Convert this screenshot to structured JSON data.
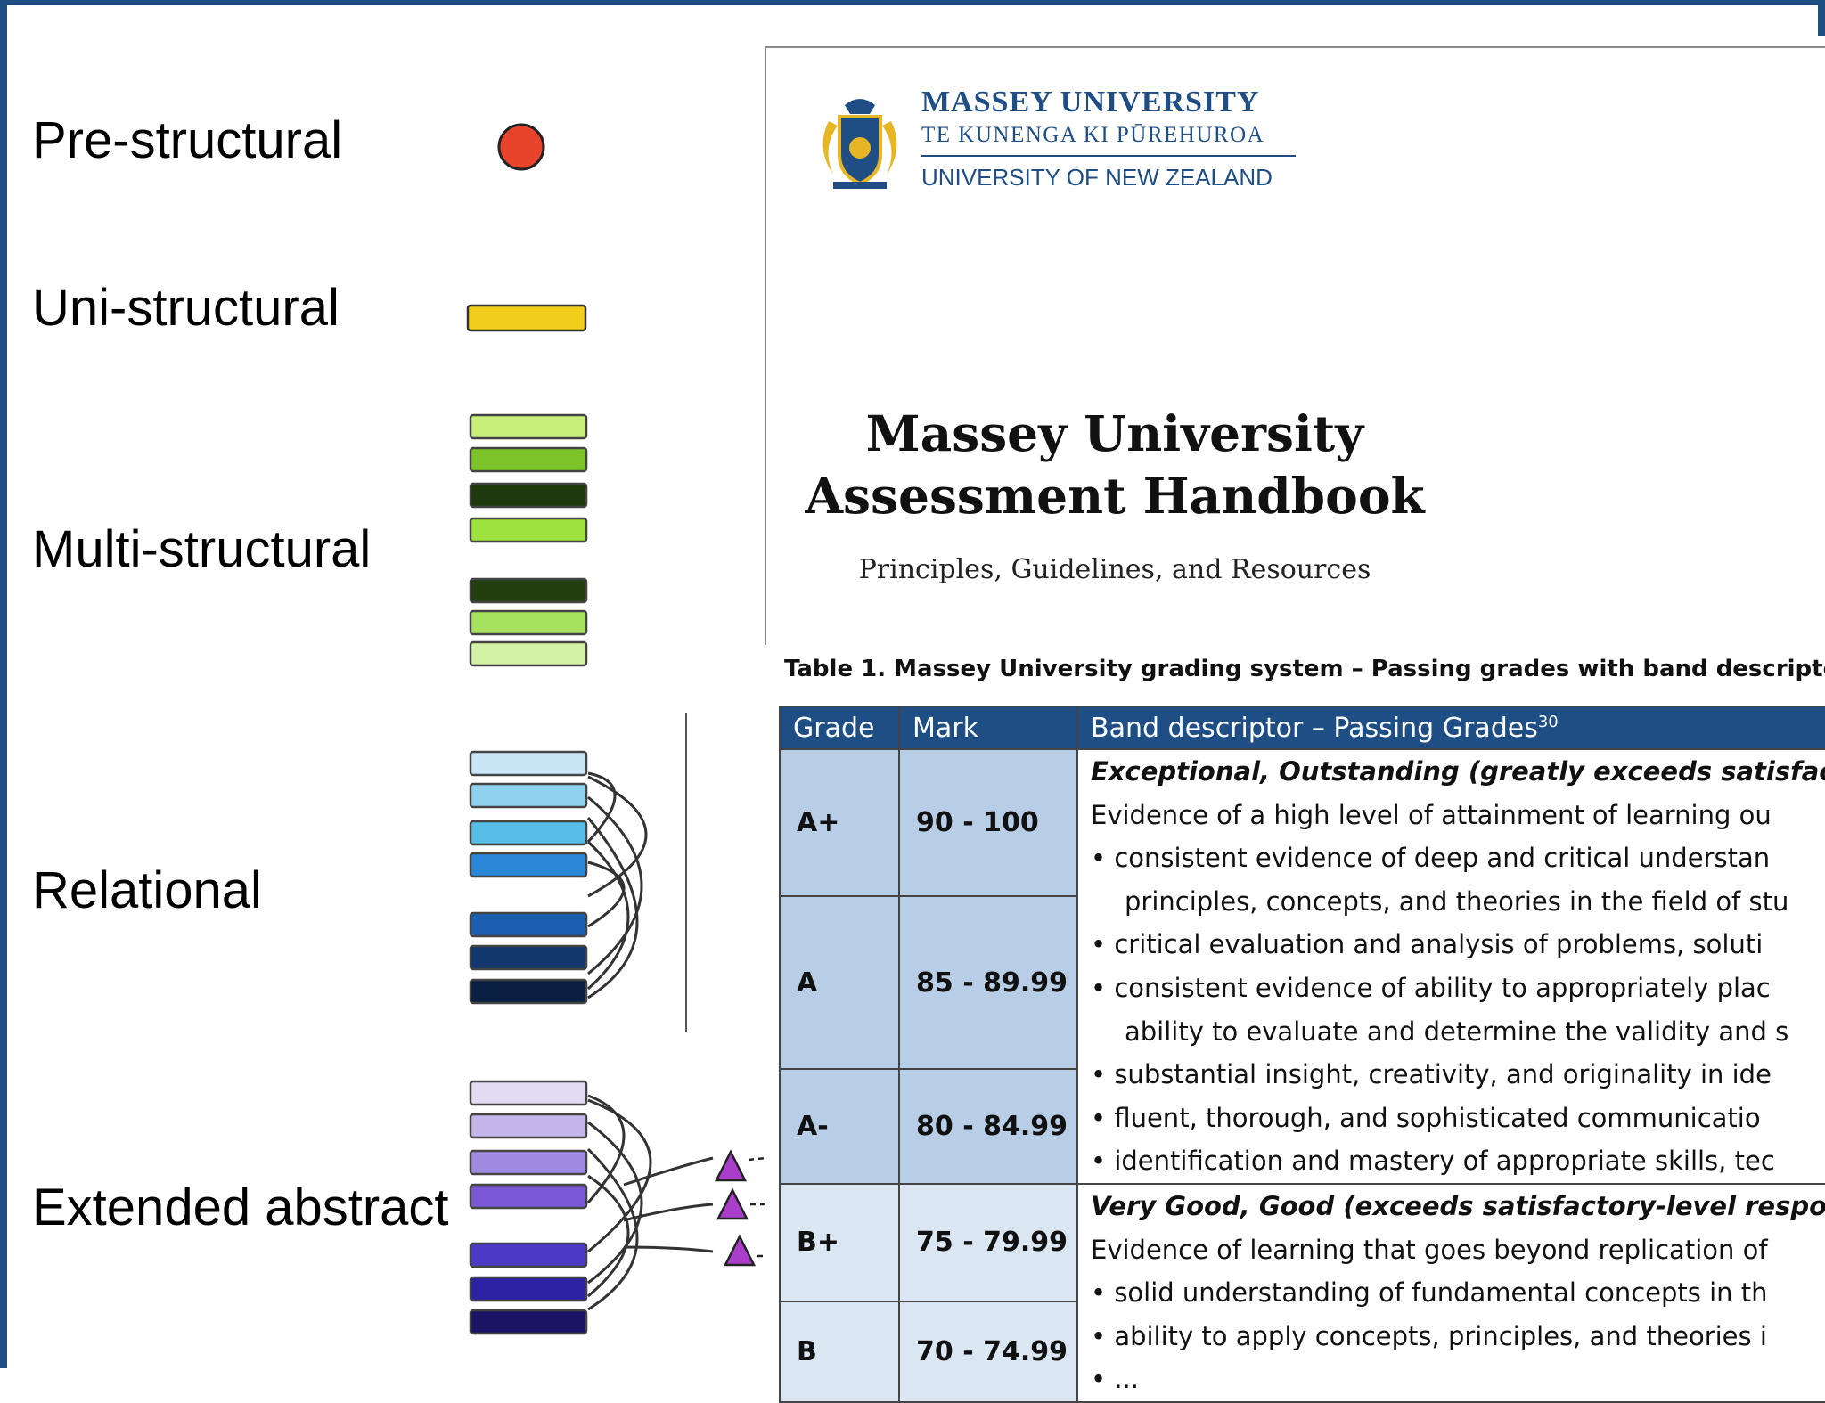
{
  "solo_levels": [
    {
      "label": "Pre-structural"
    },
    {
      "label": "Uni-structural"
    },
    {
      "label": "Multi-structural"
    },
    {
      "label": "Relational"
    },
    {
      "label": "Extended abstract"
    }
  ],
  "colors": {
    "frame": "#1f4e85",
    "pre_structural": "#e8432b",
    "uni_structural": "#f2cf1c",
    "multi_structural": [
      "#c8ef7a",
      "#7dc42a",
      "#1d3a0c",
      "#9de23e",
      "#223f10",
      "#a6e25e",
      "#d4f2a6"
    ],
    "relational": [
      "#c8e6f6",
      "#8fd1ee",
      "#55bde6",
      "#2a86d6",
      "#1c5fb2",
      "#11376e",
      "#0a1f42"
    ],
    "extended_abstract": [
      "#e2dcf2",
      "#c3b4ea",
      "#9e8ae0",
      "#7b58d6",
      "#4d3ac4",
      "#2c22a4",
      "#1a1464"
    ],
    "triangles": "#a83ec9"
  },
  "document": {
    "university_name": "MASSEY UNIVERSITY",
    "maori_name": "TE KUNENGA KI PŪREHUROA",
    "subtitle_line": "UNIVERSITY OF NEW ZEALAND",
    "title_line1": "Massey University",
    "title_line2": "Assessment Handbook",
    "tagline": "Principles, Guidelines, and Resources"
  },
  "table": {
    "caption": "Table 1. Massey University grading system – Passing grades with band descriptor",
    "headers": {
      "grade": "Grade",
      "mark": "Mark",
      "descriptor": "Band descriptor – Passing Grades",
      "footnote": "30"
    },
    "rows": [
      {
        "grade": "A+",
        "mark": "90 - 100"
      },
      {
        "grade": "A",
        "mark": "85 - 89.99"
      },
      {
        "grade": "A-",
        "mark": "80 - 84.99"
      },
      {
        "grade": "B+",
        "mark": "75 - 79.99"
      },
      {
        "grade": "B",
        "mark": "70 - 74.99"
      }
    ],
    "descriptor_lines": [
      "Exceptional, Outstanding (greatly exceeds satisfact",
      "Evidence of a high level of attainment of learning ou",
      "• consistent evidence of deep and critical understan",
      "principles, concepts, and theories in the field of stu",
      "• critical evaluation and analysis of problems, soluti",
      "• consistent evidence of ability to appropriately plac",
      "ability to evaluate and determine the validity and s",
      "• substantial insight, creativity, and originality in ide",
      "• fluent, thorough, and sophisticated communicatio",
      "• identification and mastery of appropriate skills, tec",
      "Very Good, Good (exceeds satisfactory-level respon",
      "Evidence of learning that goes beyond replication of",
      "• solid understanding of fundamental concepts in th",
      "• ability to apply concepts, principles, and theories i",
      "• ..."
    ]
  }
}
